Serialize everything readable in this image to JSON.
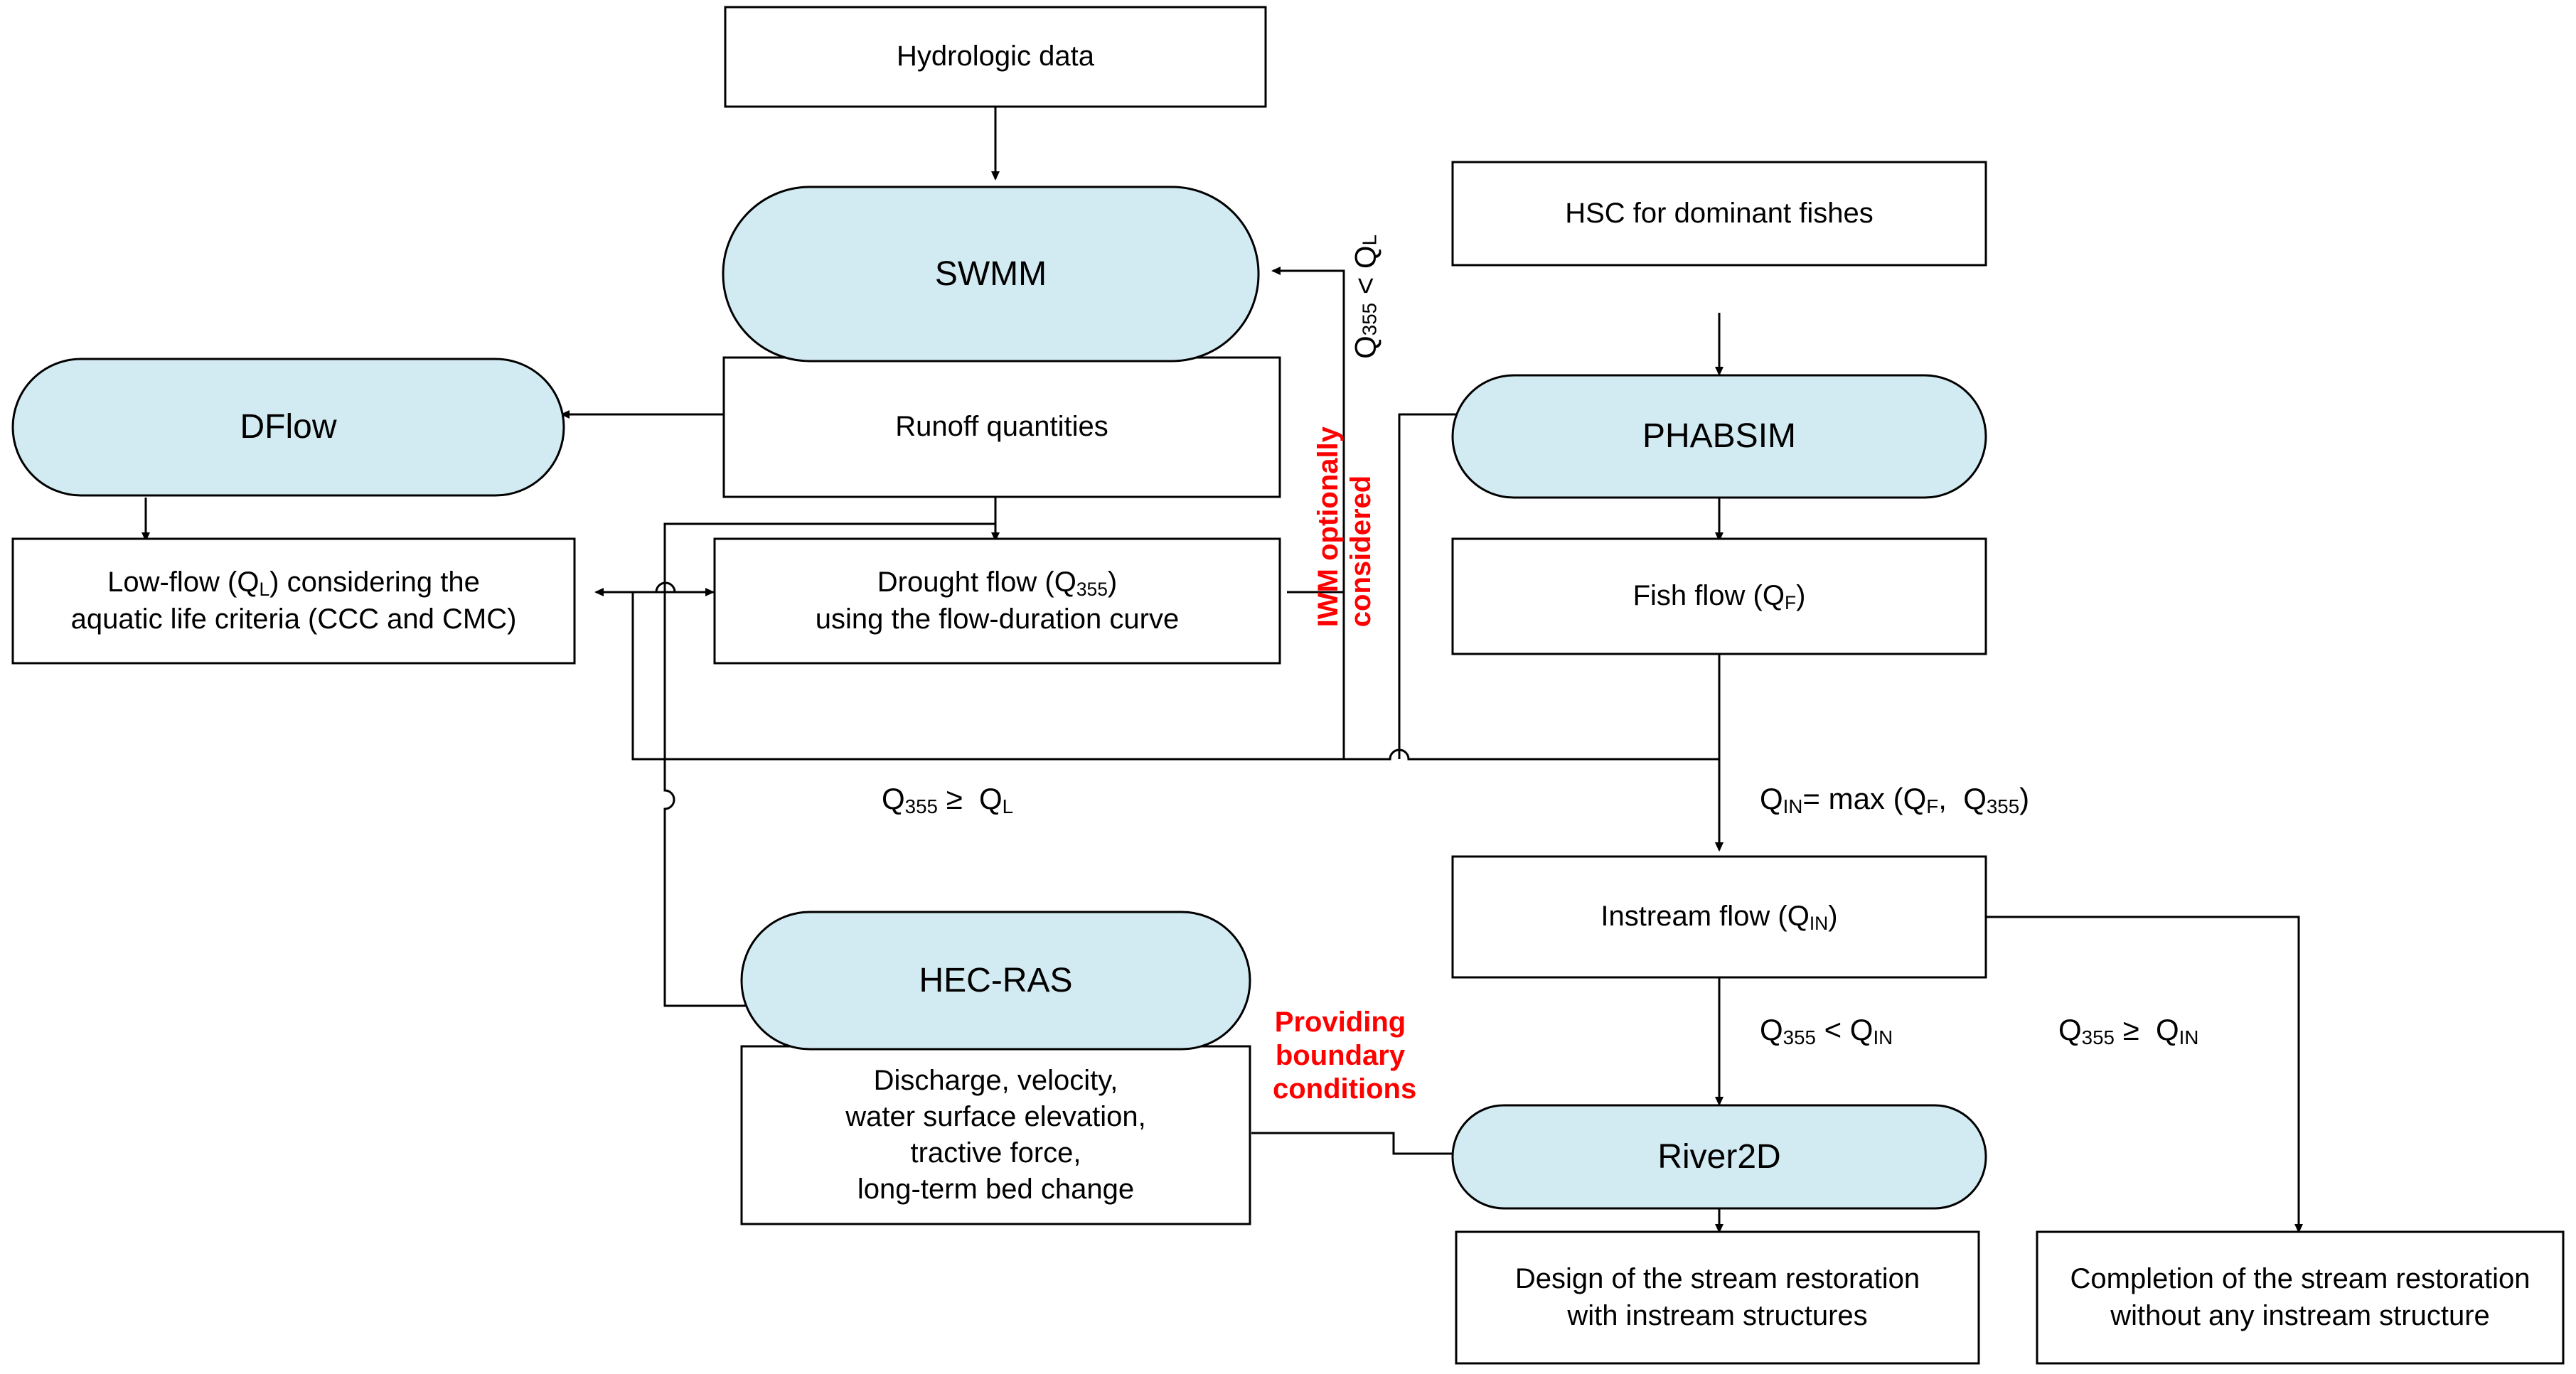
{
  "diagram": {
    "title": "Stream restoration modeling framework flowchart",
    "colors": {
      "process_fill": "#d2eaf1",
      "box_fill": "#ffffff",
      "stroke": "#000000",
      "annotation_red": "#ff0000"
    },
    "nodes": [
      {
        "id": "hydrologic-data",
        "shape": "rect",
        "label": "Hydrologic data"
      },
      {
        "id": "swmm",
        "shape": "rounded",
        "label": "SWMM"
      },
      {
        "id": "runoff-quantities",
        "shape": "rect",
        "label": "Runoff quantities"
      },
      {
        "id": "dflow",
        "shape": "rounded",
        "label": "DFlow"
      },
      {
        "id": "low-flow",
        "shape": "rect",
        "label": "Low-flow (QL) considering the\naquatic life criteria (CCC and CMC)"
      },
      {
        "id": "drought-flow",
        "shape": "rect",
        "label": "Drought flow (Q355)\nusing the flow-duration curve"
      },
      {
        "id": "hsc",
        "shape": "rect",
        "label": "HSC for dominant fishes"
      },
      {
        "id": "phabsim",
        "shape": "rounded",
        "label": "PHABSIM"
      },
      {
        "id": "fish-flow",
        "shape": "rect",
        "label": "Fish flow (QF)"
      },
      {
        "id": "instream-flow",
        "shape": "rect",
        "label": "Instream flow (QIN)"
      },
      {
        "id": "hec-ras",
        "shape": "rounded",
        "label": "HEC-RAS"
      },
      {
        "id": "hecras-outputs",
        "shape": "rect",
        "label": "Discharge, velocity,\nwater surface elevation,\ntractive force,\nlong-term bed change"
      },
      {
        "id": "river2d",
        "shape": "rounded",
        "label": "River2D"
      },
      {
        "id": "design-restoration",
        "shape": "rect",
        "label": "Design of the stream restoration\nwith instream structures"
      },
      {
        "id": "completion",
        "shape": "rect",
        "label": "Completion of the stream restoration\nwithout any instream structure"
      }
    ],
    "edge_labels": {
      "q355_lt_ql": "Q355 < QL",
      "iwm_optional": "IWM optionally\nconsidered",
      "q355_ge_ql": "Q355 ≥  QL",
      "qin_max": "QIN= max (QF,  Q355)",
      "q355_lt_qin": "Q355 < QIN",
      "q355_ge_qin": "Q355 ≥  QIN",
      "providing_bc": "Providing\nboundary\nconditions"
    }
  }
}
